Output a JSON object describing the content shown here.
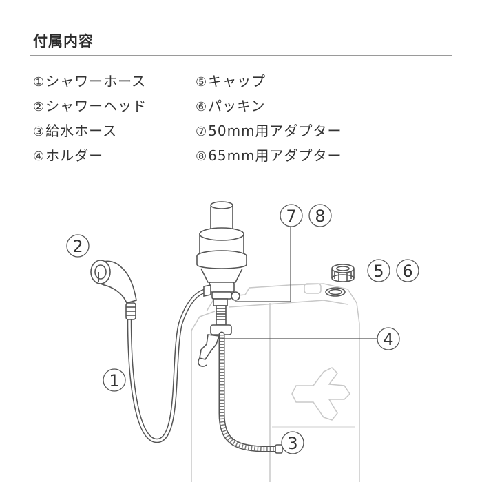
{
  "title": "付属内容",
  "items_left": [
    {
      "num": "①",
      "label": "シャワーホース"
    },
    {
      "num": "②",
      "label": "シャワーヘッド"
    },
    {
      "num": "③",
      "label": "給水ホース"
    },
    {
      "num": "④",
      "label": "ホルダー"
    }
  ],
  "items_right": [
    {
      "num": "⑤",
      "label": "キャップ"
    },
    {
      "num": "⑥",
      "label": "パッキン"
    },
    {
      "num": "⑦",
      "label": "50mm用アダプター"
    },
    {
      "num": "⑧",
      "label": "65mm用アダプター"
    }
  ],
  "callouts": {
    "c1": "1",
    "c2": "2",
    "c3": "3",
    "c4": "4",
    "c5": "5",
    "c6": "6",
    "c7": "7",
    "c8": "8"
  },
  "colors": {
    "line": "#555555",
    "tank": "#c8c8c8",
    "text": "#333333"
  }
}
